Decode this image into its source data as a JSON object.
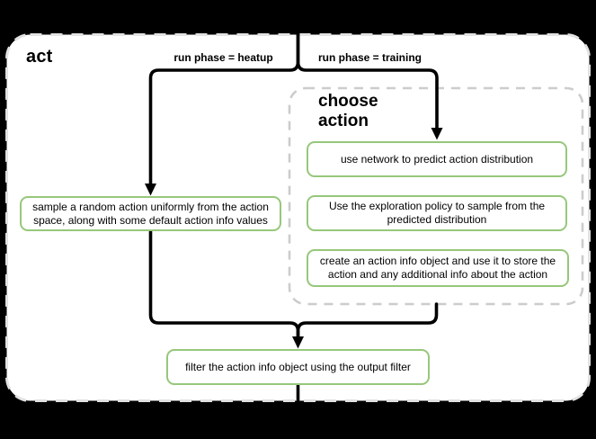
{
  "diagram": {
    "title": "act",
    "branch_labels": {
      "heatup": "run phase = heatup",
      "training": "run phase = training"
    },
    "group": {
      "title": "choose action"
    },
    "nodes": {
      "sample_random": "sample a random action uniformly from the action space, along with some default action info values",
      "predict_distribution": "use network to predict action distribution",
      "exploration_policy": "Use the exploration policy to sample from the predicted distribution",
      "create_action_info": "create an action info object and use it to store the action and any additional info about the action",
      "filter_output": "filter the action info object using the output filter"
    }
  },
  "colors": {
    "background": "#000000",
    "canvas": "#ffffff",
    "node_border": "#97c77b",
    "container_border": "#e2e2e2",
    "group_border": "#cccccc",
    "connector": "#000000",
    "text": "#000000"
  }
}
